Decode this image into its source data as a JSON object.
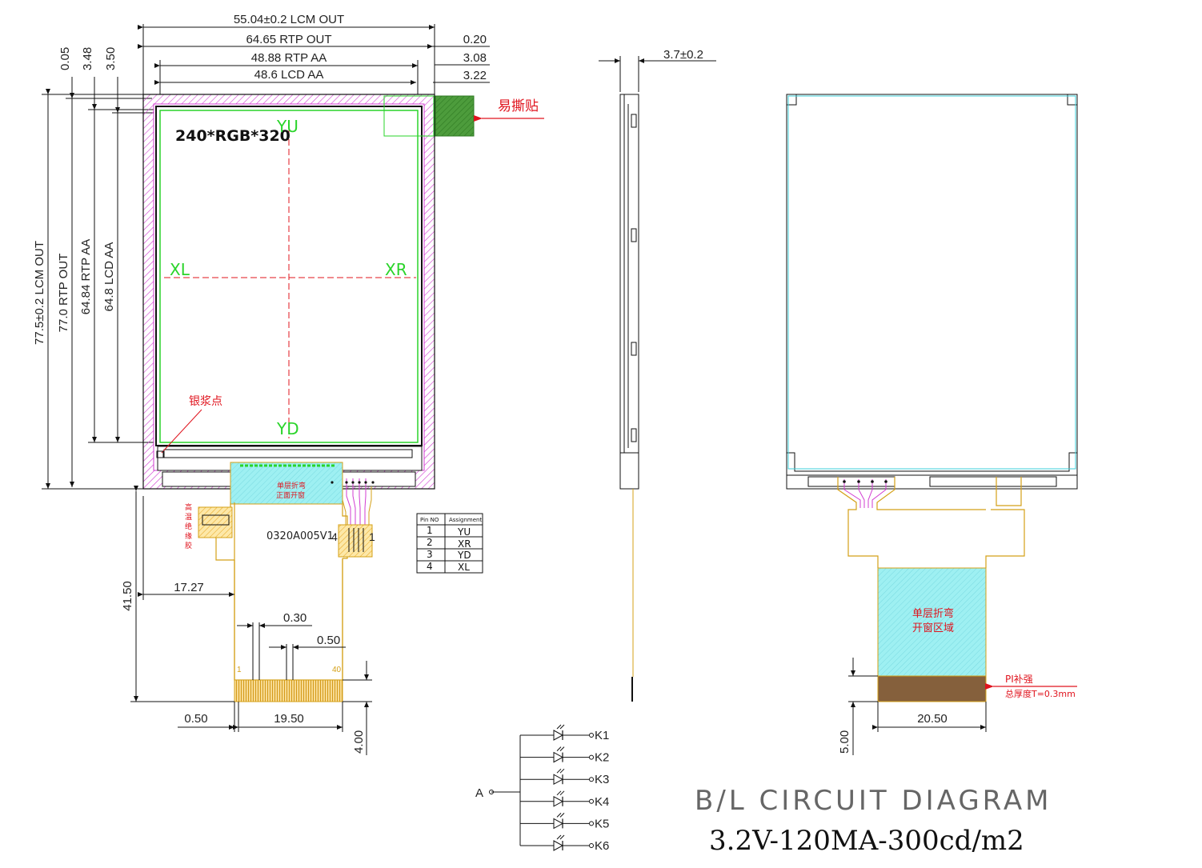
{
  "dimensions": {
    "top": [
      "55.04±0.2 LCM OUT",
      "64.65 RTP OUT",
      "48.88 RTP AA",
      "48.6 LCD AA"
    ],
    "top_right": [
      "0.20",
      "3.08",
      "3.22"
    ],
    "left_vertical": [
      "0.05",
      "3.48",
      "3.50"
    ],
    "height": [
      "77.5±0.2 LCM OUT",
      "77.0 RTP OUT",
      "64.84 RTP AA",
      "64.8 LCD AA"
    ],
    "fpc_length": "41.50",
    "fpc_offset": "17.27",
    "pitch": "0.30",
    "pin_width": "0.50",
    "edge_offset": "0.50",
    "connector_width": "19.50",
    "connector_height": "4.00",
    "thickness": "3.7±0.2",
    "rear_stiffener_width": "20.50",
    "rear_stiffener_height": "5.00"
  },
  "labels": {
    "resolution": "240*RGB*320",
    "yu": "YU",
    "yd": "YD",
    "xl": "XL",
    "xr": "XR",
    "easy_peel": "易撕贴",
    "silver_dot": "银浆点",
    "front_window": "正面开窗",
    "front_window_top": "单层折弯",
    "insulation": [
      "高",
      "温",
      "绝",
      "缘",
      "胶"
    ],
    "fpc_code": "0320A005V1",
    "pin_first": "1",
    "pin_last": "40",
    "tp_pin_left": "4",
    "tp_pin_right": "1",
    "bend_window": [
      "单层折弯",
      "开窗区域"
    ],
    "pi_stiffener": "PI补强",
    "total_thickness": "总厚度T=0.3mm"
  },
  "pin_table": {
    "headers": [
      "Pin NO",
      "Assignment"
    ],
    "rows": [
      [
        "1",
        "YU"
      ],
      [
        "2",
        "XR"
      ],
      [
        "3",
        "YD"
      ],
      [
        "4",
        "XL"
      ]
    ]
  },
  "circuit": {
    "anode": "A",
    "cathodes": [
      "K1",
      "K2",
      "K3",
      "K4",
      "K5",
      "K6"
    ]
  },
  "title": {
    "line1": "B/L CIRCUIT DIAGRAM",
    "line2": "3.2V-120MA-300cd/m2"
  },
  "colors": {
    "line": "#111111",
    "magenta": "#d23cd2",
    "green": "#2ad42a",
    "red": "#e0141e",
    "cyan": "#8ee8ee",
    "fpc": "#d4a017",
    "brown": "#85603c"
  }
}
